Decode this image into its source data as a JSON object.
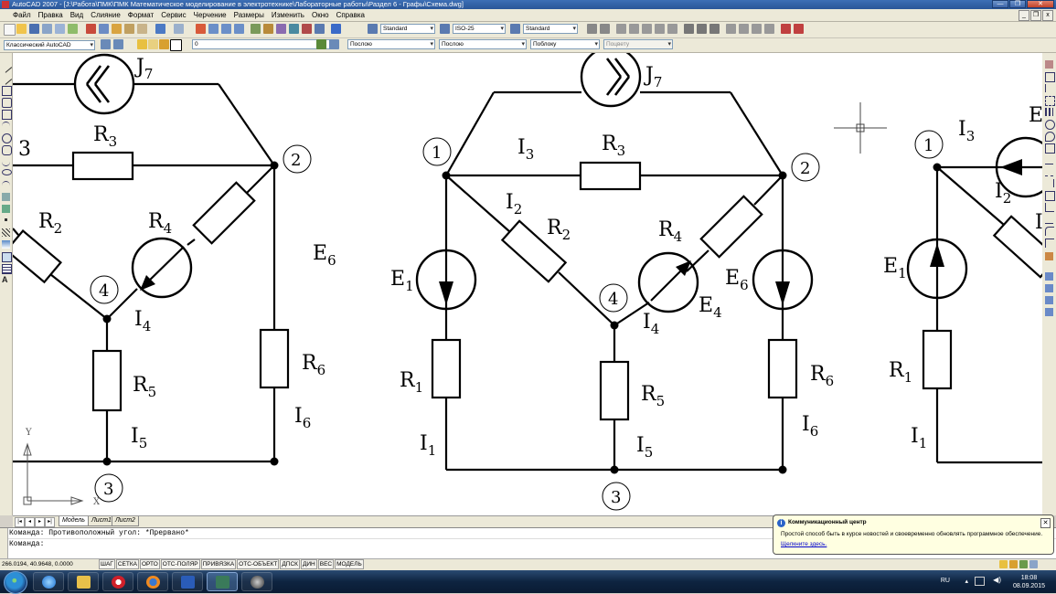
{
  "window": {
    "title": "AutoCAD 2007 - [J:\\Работа\\ПМК\\ПМК Математическое моделирование в электротехнике\\Лабораторные работы\\Раздел 6 - Графы\\Схема.dwg]",
    "buttons": [
      "—",
      "❐",
      "✕"
    ]
  },
  "menu": {
    "items": [
      "Файл",
      "Правка",
      "Вид",
      "Слияние",
      "Формат",
      "Сервис",
      "Черчение",
      "Размеры",
      "Изменить",
      "Окно",
      "Справка"
    ],
    "mdi_buttons": [
      "_",
      "❐",
      "x"
    ]
  },
  "toolbar": {
    "text_style": "Standard",
    "dim_style": "ISO-25",
    "table_style": "Standard",
    "workspace": "Классический AutoCAD",
    "layer": "0",
    "color": "Послою",
    "linetype": "Послою",
    "lineweight": "Поблоку",
    "plot_style": "Поцвету"
  },
  "drawing": {
    "labels": {
      "J7": "J",
      "J7_sub": "7",
      "R1": "R",
      "R1_sub": "1",
      "R2": "R",
      "R2_sub": "2",
      "R3": "R",
      "R3_sub": "3",
      "R4": "R",
      "R4_sub": "4",
      "R5": "R",
      "R5_sub": "5",
      "R6": "R",
      "R6_sub": "6",
      "E1": "E",
      "E1_sub": "1",
      "E4": "E",
      "E4_sub": "4",
      "E6": "E",
      "E6_sub": "6",
      "I1": "I",
      "I1_sub": "1",
      "I2": "I",
      "I2_sub": "2",
      "I3": "I",
      "I3_sub": "3",
      "I4": "I",
      "I4_sub": "4",
      "I5": "I",
      "I5_sub": "5",
      "I6": "I",
      "I6_sub": "6",
      "E": "E",
      "I": "I",
      "n1": "1",
      "n2": "2",
      "n3": "3",
      "n4": "4",
      "frag3": "3"
    },
    "ucs": {
      "y": "Y",
      "x": "X"
    }
  },
  "tabs": {
    "nav": [
      "|◂",
      "◂",
      "▸",
      "▸|"
    ],
    "items": [
      "Модель",
      "Лист1",
      "Лист2"
    ]
  },
  "command": {
    "line1": "Команда: Противоположный угол: *Прервано*",
    "line2": "Команда:"
  },
  "status": {
    "coords": "266.0194, 40.9648, 0.0000",
    "buttons": [
      "ШАГ",
      "СЕТКА",
      "ОРТО",
      "ОТС-ПОЛЯР",
      "ПРИВЯЗКА",
      "ОТС-ОБЪЕКТ",
      "ДПСК",
      "ДИН",
      "ВЕС",
      "МОДЕЛЬ"
    ]
  },
  "notification": {
    "title": "Коммуникационный центр",
    "body": "Простой способ быть в курсе новостей и своевременно обновлять программное обеспечение.",
    "link": "Щелкните здесь.",
    "close": "✕",
    "info": "i"
  },
  "taskbar": {
    "apps": [
      "start",
      "ie",
      "explorer",
      "opera",
      "firefox",
      "word",
      "autocad",
      "game"
    ],
    "lang": "RU",
    "time": "18:08",
    "date": "08.09.2015"
  },
  "colors": {
    "title_bar": "#2a5698",
    "canvas": "#ffffff",
    "drawing_lines": "#000000",
    "notification_bg": "#ffffe1"
  }
}
